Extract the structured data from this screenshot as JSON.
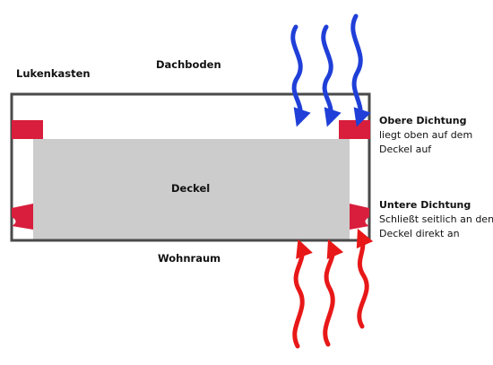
{
  "labels": {
    "hatch_box": "Lukenkasten",
    "attic": "Dachboden",
    "lid": "Deckel",
    "living_room": "Wohnraum"
  },
  "upper_seal": {
    "title": "Obere Dichtung",
    "line1": "liegt oben auf dem",
    "line2": "Deckel auf"
  },
  "lower_seal": {
    "title": "Untere Dichtung",
    "line1": "Schließt seitlich an den",
    "line2": "Deckel direkt an"
  },
  "colors": {
    "frame": "#4a4a4a",
    "lid": "#cccccc",
    "seal": "#d81e3c",
    "cold_arrow": "#1f3fd8",
    "warm_arrow": "#e81818"
  }
}
